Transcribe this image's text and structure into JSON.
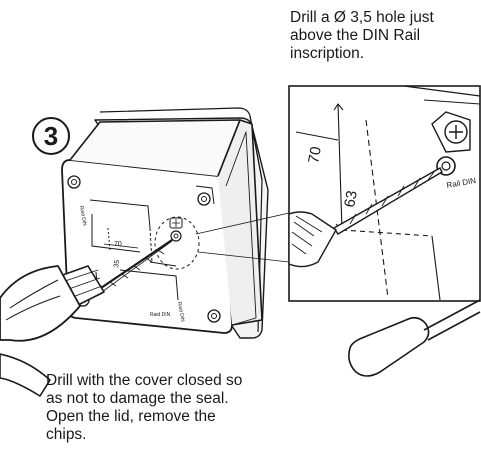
{
  "step": {
    "number": "3"
  },
  "captions": {
    "top": "Drill a Ø 3,5 hole just\nabove the DIN Rail\ninscription.",
    "bottom": "Drill with the cover closed so\nas not to damage the seal.\nOpen the lid, remove the\nchips."
  },
  "illustration": {
    "inset_dimension_left": "70",
    "inset_dimension_right": "63",
    "inset_rail_label": "Rail DIN",
    "box_dimension_label": "70",
    "box_dimension_vertical": "35"
  }
}
